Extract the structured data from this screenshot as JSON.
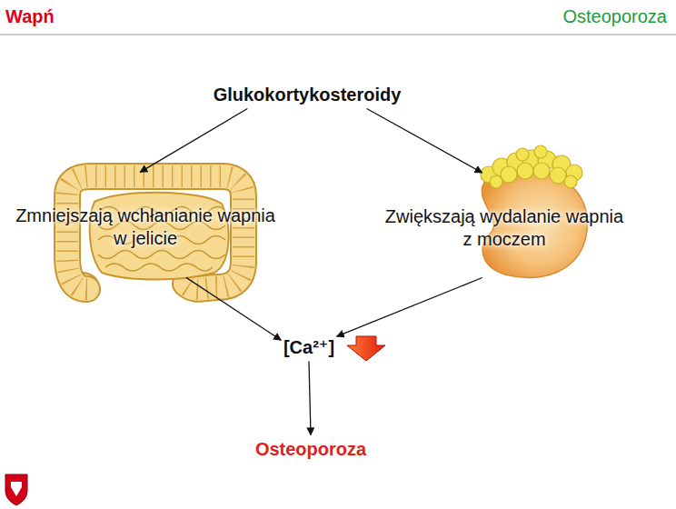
{
  "diagram": {
    "title": "Wapń",
    "nodes": [
      {
        "text": [
          "Glukokortykosteroidy"
        ]
      },
      {
        "text": [
          "Zmniejszają wchłanianie wapnia w jelicie"
        ]
      },
      {
        "text": [
          "Zwiększają wydalanie wapnia z moczem"
        ]
      },
      {
        "text": [
          "[Ca²⁺]"
        ]
      },
      {
        "text": [
          "Osteoporoza"
        ]
      }
    ],
    "edges": [
      {
        "from": 0,
        "to": 1,
        "arrow": "to"
      },
      {
        "from": 0,
        "to": 2,
        "arrow": "to"
      },
      {
        "from": 1,
        "to": 3,
        "arrow": "to"
      },
      {
        "from": 2,
        "to": 3,
        "arrow": "to"
      },
      {
        "from": 3,
        "to": 4,
        "arrow": "to"
      }
    ],
    "labels": [
      "Osteoporoza"
    ]
  }
}
